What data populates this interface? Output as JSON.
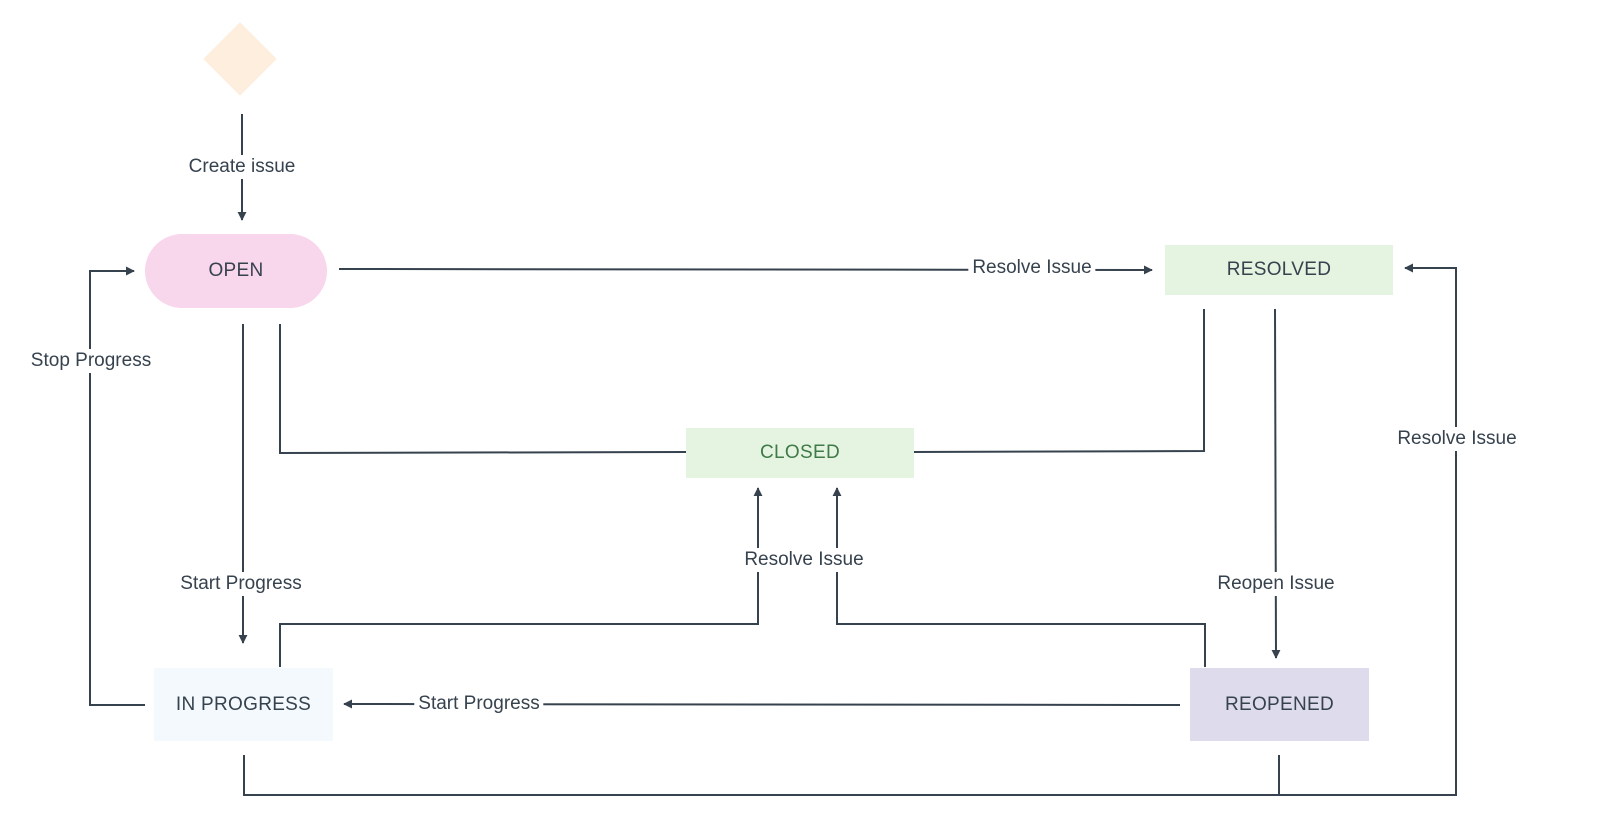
{
  "colors": {
    "line": "#36424e",
    "text": "#36424e",
    "start": "#fdeedd",
    "open": "#f8d6ec",
    "resolved": "#e4f4e1",
    "closed": "#e4f4e1",
    "closed_text": "#3f7a47",
    "in_progress": "#f3f9fc",
    "reopened": "#dedcec"
  },
  "nodes": {
    "open": "OPEN",
    "resolved": "RESOLVED",
    "closed": "CLOSED",
    "in_progress": "IN PROGRESS",
    "reopened": "REOPENED"
  },
  "edges": {
    "create_issue": "Create issue",
    "open_resolve": "Resolve Issue",
    "stop_progress": "Stop Progress",
    "open_start_progress": "Start Progress",
    "closed_resolve": "Resolve Issue",
    "reopen_issue": "Reopen Issue",
    "right_resolve": "Resolve Issue",
    "reopened_start_progress": "Start Progress"
  }
}
